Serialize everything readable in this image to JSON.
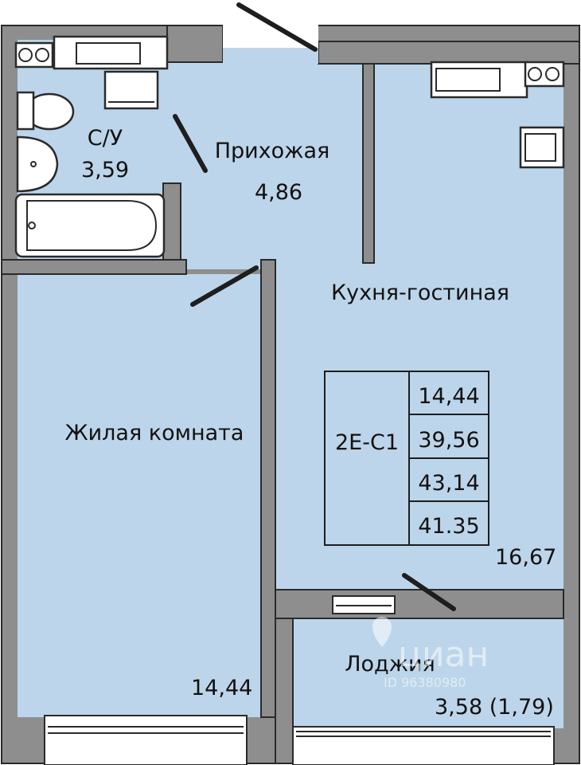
{
  "rooms": {
    "bathroom": {
      "name": "С/У",
      "area": "3,59"
    },
    "hallway": {
      "name": "Прихожая",
      "area": "4,86"
    },
    "kitchen_living": {
      "name": "Кухня-гостиная",
      "area": "16,67"
    },
    "living_room": {
      "name": "Жилая комната",
      "area": "14,44"
    },
    "loggia": {
      "name": "Лоджия",
      "area": "3,58 (1,79)"
    }
  },
  "apartment_table": {
    "code": "2Е-С1",
    "values": [
      "14,44",
      "39,56",
      "43,14",
      "41.35"
    ]
  },
  "watermark": {
    "brand": "циан",
    "id": "ID 96380980"
  },
  "colors": {
    "room_fill": "#bcd5ea",
    "wall_fill": "#8e8e8e",
    "line": "#1e1e1e"
  }
}
